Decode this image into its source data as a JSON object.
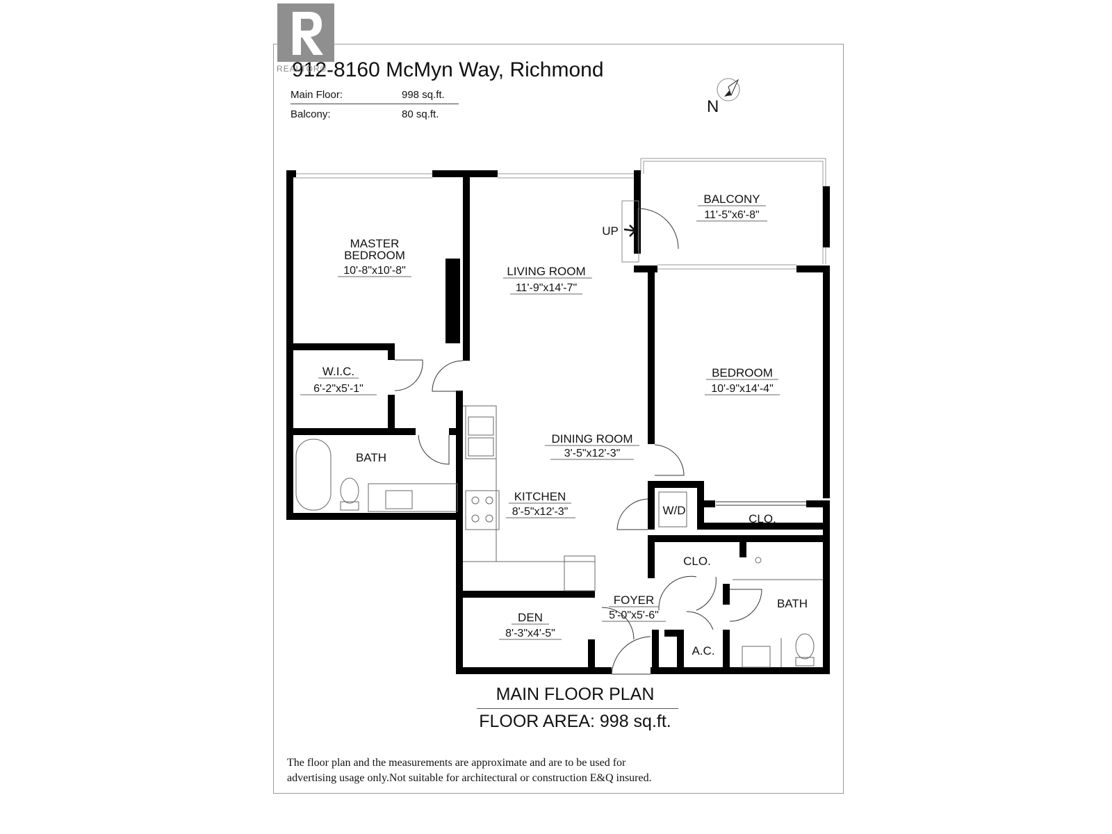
{
  "logo": {
    "text": "REALTOR®",
    "icon": "realtor-r-logo"
  },
  "header": {
    "title": "912-8160 McMyn Way, Richmond",
    "areas": [
      {
        "label": "Main Floor:",
        "value": "998 sq.ft."
      },
      {
        "label": "Balcony:",
        "value": "80 sq.ft."
      }
    ],
    "north": "N"
  },
  "rooms": [
    {
      "name": "MASTER",
      "name2": "BEDROOM",
      "dims": "10'-8\"x10'-8\""
    },
    {
      "name": "LIVING ROOM",
      "dims": "11'-9\"x14'-7\""
    },
    {
      "name": "BALCONY",
      "dims": "11'-5\"x6'-8\""
    },
    {
      "name": "W.I.C.",
      "dims": "6'-2\"x5'-1\""
    },
    {
      "name": "BEDROOM",
      "dims": "10'-9\"x14'-4\""
    },
    {
      "name": "BATH"
    },
    {
      "name": "DINING ROOM",
      "dims": "3'-5\"x12'-3\""
    },
    {
      "name": "KITCHEN",
      "dims": "8'-5\"x12'-3\""
    },
    {
      "name": "W/D"
    },
    {
      "name": "CLO."
    },
    {
      "name": "CLO."
    },
    {
      "name": "FOYER",
      "dims": "5'-0\"x5'-6\""
    },
    {
      "name": "BATH"
    },
    {
      "name": "DEN",
      "dims": "8'-3\"x4'-5\""
    },
    {
      "name": "A.C."
    }
  ],
  "markers": {
    "up": "UP"
  },
  "summary": {
    "title": "MAIN FLOOR PLAN",
    "floor_area": "FLOOR AREA: 998 sq.ft."
  },
  "disclaimer": {
    "line1": "The floor plan and the measurements are approximate and are to be used for",
    "line2": "advertising usage only.Not suitable for architectural or construction E&Q insured."
  }
}
